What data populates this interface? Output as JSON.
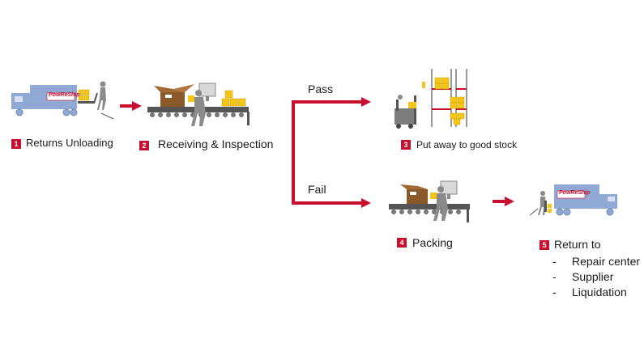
{
  "brand_text": "PowReShip",
  "colors": {
    "accent": "#c8102e",
    "truck": "#8fa8d4",
    "box": "#f5c518",
    "figure": "#8a8a8a"
  },
  "branches": {
    "pass": "Pass",
    "fail": "Fail"
  },
  "steps": [
    {
      "number": "1",
      "label": "Returns Unloading"
    },
    {
      "number": "2",
      "label": "Receiving & Inspection"
    },
    {
      "number": "3",
      "label": "Put away to good stock"
    },
    {
      "number": "4",
      "label": "Packing"
    },
    {
      "number": "5",
      "label": "Return to"
    }
  ],
  "return_destinations": [
    {
      "dash": "-",
      "label": "Repair center"
    },
    {
      "dash": "-",
      "label": "Supplier"
    },
    {
      "dash": "-",
      "label": "Liquidation"
    }
  ]
}
